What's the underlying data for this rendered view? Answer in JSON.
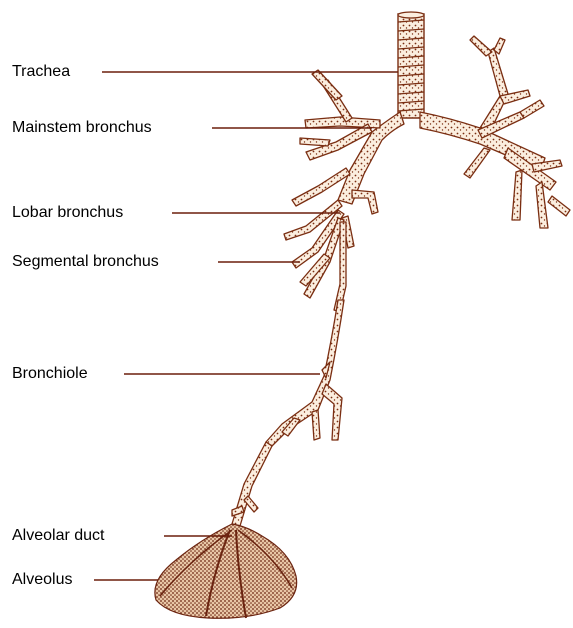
{
  "labels": {
    "trachea": "Trachea",
    "mainstem_bronchus": "Mainstem bronchus",
    "lobar_bronchus": "Lobar bronchus",
    "segmental_bronchus": "Segmental bronchus",
    "bronchiole": "Bronchiole",
    "alveolar_duct": "Alveolar duct",
    "alveolus": "Alveolus"
  },
  "colors": {
    "ink": "#7a2e12",
    "fill": "#fbe9d6",
    "leader": "#6b1f0c",
    "text": "#000000"
  }
}
